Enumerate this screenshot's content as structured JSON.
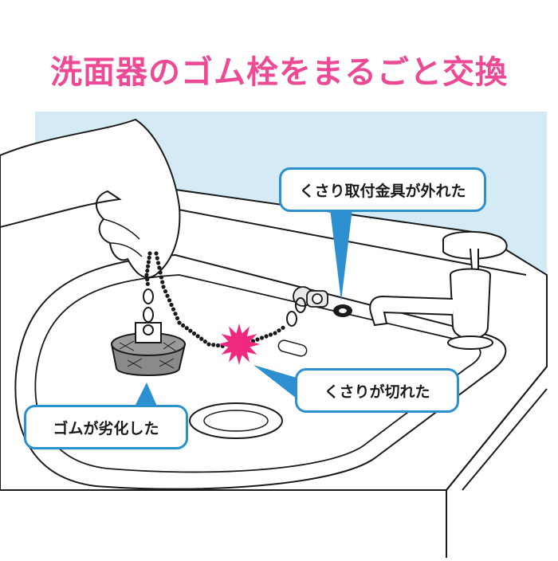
{
  "title": "洗面器のゴム栓をまるごと交換",
  "colors": {
    "title": "#ec4a95",
    "sky": "#d4eaf5",
    "callout_border": "#2b8fd0",
    "callout_pointer": "#2b8fd0",
    "burst": "#f0287f",
    "line": "#1a1a1a",
    "stopper": "#8a8a8a"
  },
  "callouts": {
    "fitting_detached": "くさり取付金具が外れた",
    "chain_broken": "くさりが切れた",
    "rubber_degraded": "ゴムが劣化した"
  }
}
